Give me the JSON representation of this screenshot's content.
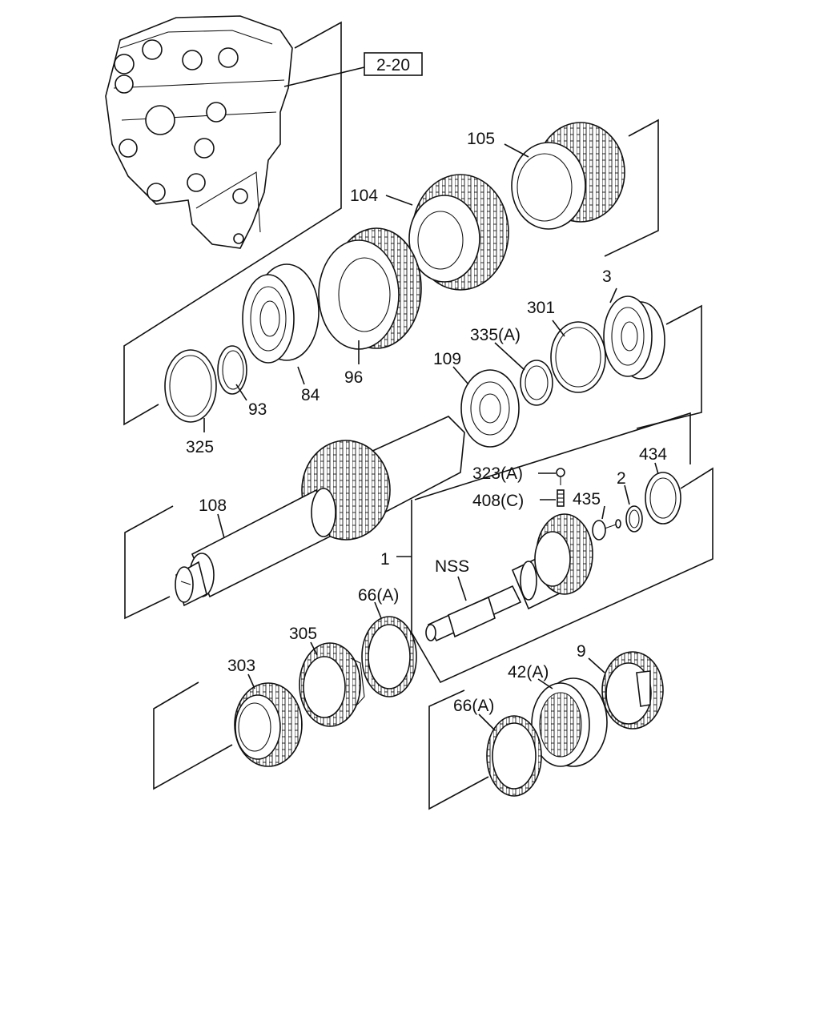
{
  "ref_box": "2-20",
  "labels": {
    "p105": "105",
    "p104": "104",
    "p3": "3",
    "p301": "301",
    "p335a": "335(A)",
    "p109": "109",
    "p96": "96",
    "p84": "84",
    "p93": "93",
    "p325": "325",
    "p108": "108",
    "p434": "434",
    "p323a": "323(A)",
    "p2": "2",
    "p408c": "408(C)",
    "p435": "435",
    "p1": "1",
    "nss": "NSS",
    "p66a_top": "66(A)",
    "p305": "305",
    "p303": "303",
    "p9": "9",
    "p42a": "42(A)",
    "p66a_bottom": "66(A)"
  },
  "colors": {
    "line": "#111111",
    "background": "#ffffff"
  }
}
